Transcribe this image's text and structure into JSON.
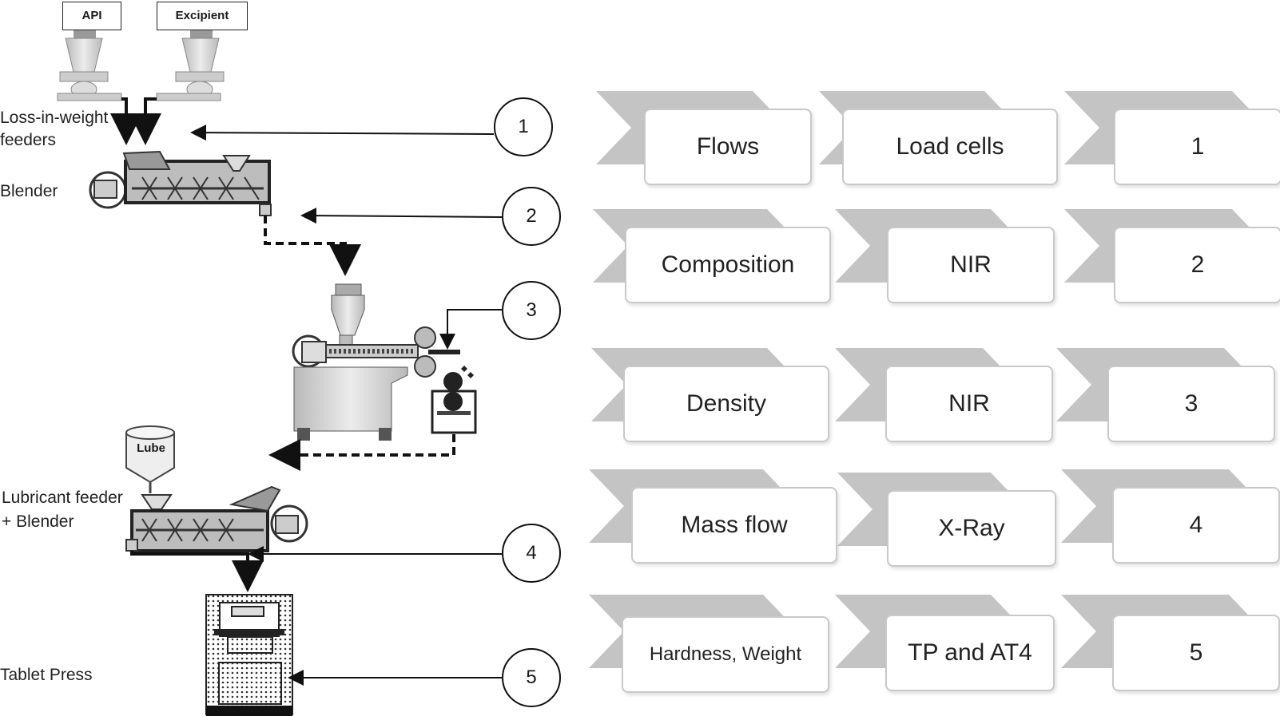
{
  "feeders": {
    "api": "API",
    "excipient": "Excipient",
    "lube": "Lube"
  },
  "stage_labels": {
    "loss_in_weight_line1": "Loss-in-weight",
    "loss_in_weight_line2": "feeders",
    "blender": "Blender",
    "lubricant_line1": "Lubricant feeder",
    "lubricant_line2": "+ Blender",
    "tablet_press": "Tablet Press"
  },
  "points": [
    "1",
    "2",
    "3",
    "4",
    "5"
  ],
  "table": {
    "rows": [
      {
        "attribute": "Flows",
        "sensor": "Load cells",
        "point": "1"
      },
      {
        "attribute": "Composition",
        "sensor": "NIR",
        "point": "2"
      },
      {
        "attribute": "Density",
        "sensor": "NIR",
        "point": "3"
      },
      {
        "attribute": "Mass flow",
        "sensor": "X-Ray",
        "point": "4"
      },
      {
        "attribute": "Hardness, Weight",
        "sensor": "TP and AT4",
        "point": "5"
      }
    ]
  }
}
